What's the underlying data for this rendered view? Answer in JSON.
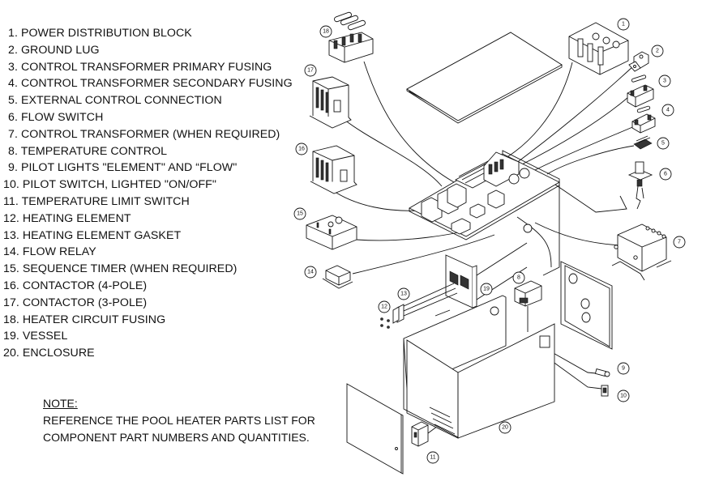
{
  "parts_list": [
    {
      "num": "1.",
      "label": "POWER DISTRIBUTION BLOCK"
    },
    {
      "num": "2.",
      "label": "GROUND LUG"
    },
    {
      "num": "3.",
      "label": "CONTROL TRANSFORMER PRIMARY FUSING"
    },
    {
      "num": "4.",
      "label": "CONTROL TRANSFORMER SECONDARY FUSING"
    },
    {
      "num": "5.",
      "label": "EXTERNAL CONTROL CONNECTION"
    },
    {
      "num": "6.",
      "label": "FLOW SWITCH"
    },
    {
      "num": "7.",
      "label": "CONTROL TRANSFORMER (WHEN REQUIRED)"
    },
    {
      "num": "8.",
      "label": "TEMPERATURE CONTROL"
    },
    {
      "num": "9.",
      "label": "PILOT LIGHTS \"ELEMENT\" AND “FLOW\""
    },
    {
      "num": "10.",
      "label": "PILOT SWITCH, LIGHTED \"ON/OFF\""
    },
    {
      "num": "11.",
      "label": "TEMPERATURE LIMIT SWITCH"
    },
    {
      "num": "12.",
      "label": "HEATING ELEMENT"
    },
    {
      "num": "13.",
      "label": "HEATING ELEMENT GASKET"
    },
    {
      "num": "14.",
      "label": "FLOW RELAY"
    },
    {
      "num": "15.",
      "label": "SEQUENCE TIMER (WHEN REQUIRED)"
    },
    {
      "num": "16.",
      "label": "CONTACTOR (4-POLE)"
    },
    {
      "num": "17.",
      "label": "CONTACTOR (3-POLE)"
    },
    {
      "num": "18.",
      "label": "HEATER CIRCUIT FUSING"
    },
    {
      "num": "19.",
      "label": "VESSEL"
    },
    {
      "num": "20.",
      "label": "ENCLOSURE"
    }
  ],
  "note": {
    "title": "NOTE:",
    "lines": [
      "REFERENCE THE POOL HEATER PARTS LIST FOR",
      "COMPONENT PART NUMBERS AND QUANTITIES."
    ]
  },
  "callouts": {
    "c1": "1",
    "c2": "2",
    "c3": "3",
    "c4": "4",
    "c5": "5",
    "c6": "6",
    "c7": "7",
    "c8": "8",
    "c9": "9",
    "c10": "10",
    "c11": "11",
    "c12": "12",
    "c13": "13",
    "c14": "14",
    "c15": "15",
    "c16": "16",
    "c17": "17",
    "c18": "18",
    "c19": "19",
    "c20": "20"
  }
}
